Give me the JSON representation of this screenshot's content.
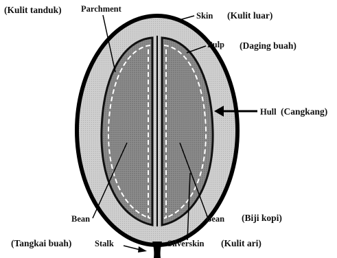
{
  "labels": {
    "kulit_tanduk": "(Kulit tanduk)",
    "parchment": "Parchment",
    "skin": "Skin",
    "kulit_luar": "(Kulit luar)",
    "pulp": "Pulp",
    "daging_buah": "(Daging buah)",
    "hull": "Hull",
    "cangkang": "(Cangkang)",
    "bean_left": "Bean",
    "bean_right": "Bean",
    "biji_kopi": "(Biji kopi)",
    "tangkai_buah": "(Tangkai buah)",
    "stalk": "Stalk",
    "silverskin": "Silverskin",
    "kulit_ari": "(Kulit ari)"
  },
  "colors": {
    "outline": "#000000",
    "pulp_fill": "#c9c9c9",
    "bean_fill": "#8a8a8a",
    "dashed_line": "#ffffff",
    "text": "#111111"
  }
}
